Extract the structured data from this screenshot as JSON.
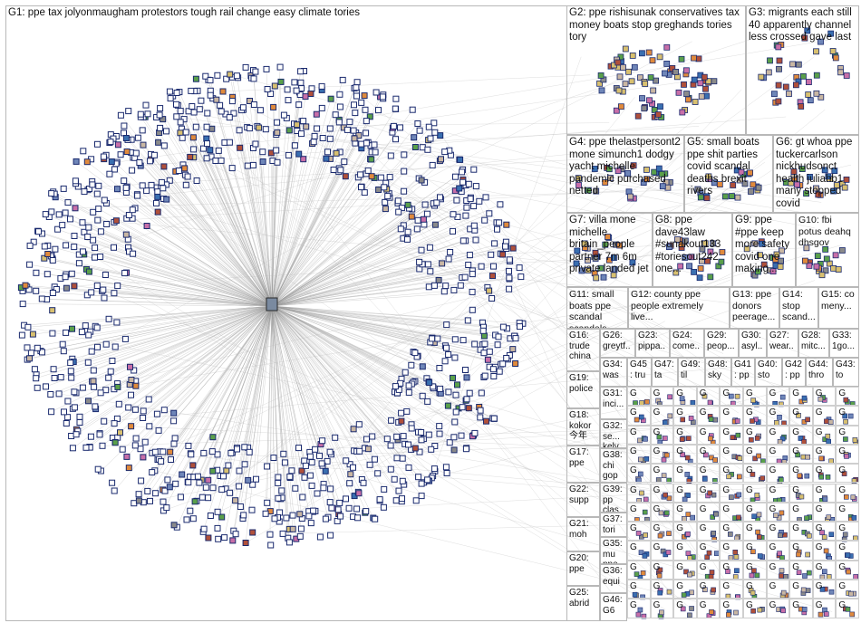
{
  "groups": [
    {
      "id": "G1",
      "label": "G1: ppe tax jolyonmaugham protestors tough rail change easy climate tories"
    },
    {
      "id": "G2",
      "label": "G2: ppe rishisunak conservatives tax money boats stop greghands tories tory"
    },
    {
      "id": "G3",
      "label": "G3: migrants each still 40 apparently channel less crossed gave last"
    },
    {
      "id": "G4",
      "label": "G4: ppe thelastpersont2 mone simunch1 dodgy yacht michelle pandemic purchased netted"
    },
    {
      "id": "G5",
      "label": "G5: small boats ppe shit parties covid scandal deaths brexit rivers"
    },
    {
      "id": "G6",
      "label": "G6: gt whoa ppe tuckercarlson nickhudsonct health juliahb1 many stopped covid"
    },
    {
      "id": "G7",
      "label": "G7: villa mone michelle britain_people partner 7m 6m private landed jet"
    },
    {
      "id": "G8",
      "label": "G8: ppe dave43law #sunakout133 #toriesout242 one..."
    },
    {
      "id": "G9",
      "label": "G9: ppe #ppe keep more safety covid one making..."
    },
    {
      "id": "G10",
      "label": "G10: fbi potus deahq dhsgov"
    },
    {
      "id": "G11",
      "label": "G11: small boats ppe scandal scandals..."
    },
    {
      "id": "G12",
      "label": "G12: county ppe people extremely live..."
    },
    {
      "id": "G13",
      "label": "G13: ppe donors peerage..."
    },
    {
      "id": "G14",
      "label": "G14: stop scand..."
    },
    {
      "id": "G15",
      "label": "G15: co meny..."
    },
    {
      "id": "G16",
      "label": "G16: trude china"
    },
    {
      "id": "G26",
      "label": "G26: greytf..."
    },
    {
      "id": "G23",
      "label": "G23: pippa..."
    },
    {
      "id": "G24",
      "label": "G24: come..."
    },
    {
      "id": "G29",
      "label": "G29: peop..."
    },
    {
      "id": "G30",
      "label": "G30: asyl..."
    },
    {
      "id": "G27",
      "label": "G27: wear..."
    },
    {
      "id": "G28",
      "label": "G28: mitc..."
    },
    {
      "id": "G33",
      "label": "G33: 1go..."
    },
    {
      "id": "G34",
      "label": "G34: was"
    },
    {
      "id": "G45",
      "label": "G45: tru"
    },
    {
      "id": "G47",
      "label": "G47: ta"
    },
    {
      "id": "G49",
      "label": "G49: til"
    },
    {
      "id": "G48",
      "label": "G48: sky"
    },
    {
      "id": "G41",
      "label": "G41: pp"
    },
    {
      "id": "G40",
      "label": "G40: sto"
    },
    {
      "id": "G42",
      "label": "G42: pp"
    },
    {
      "id": "G44",
      "label": "G44: thro"
    },
    {
      "id": "G43",
      "label": "G43: to"
    },
    {
      "id": "G19",
      "label": "G19: police"
    },
    {
      "id": "G31",
      "label": "G31: inci..."
    },
    {
      "id": "G18",
      "label": "G18: kokor 今年"
    },
    {
      "id": "G32",
      "label": "G32: se... kelv"
    },
    {
      "id": "G17",
      "label": "G17: ppe"
    },
    {
      "id": "G38",
      "label": "G38: chi gop"
    },
    {
      "id": "G22",
      "label": "G22: supp"
    },
    {
      "id": "G39",
      "label": "G39: pp clas"
    },
    {
      "id": "G21",
      "label": "G21: moh"
    },
    {
      "id": "G37",
      "label": "G37: tori"
    },
    {
      "id": "G20",
      "label": "G20: ppe"
    },
    {
      "id": "G35",
      "label": "G35: mu ppe"
    },
    {
      "id": "G36",
      "label": "G36: equi"
    },
    {
      "id": "G25",
      "label": "G25: abrid"
    },
    {
      "id": "G46",
      "label": "G46: G6"
    }
  ],
  "grid_cell_label": "G",
  "colors": {
    "edge": "#9a9a9a",
    "node_border": "#1a2a6e",
    "box_border": "#b8b8b8",
    "node_fills": [
      "#c9b7a3",
      "#6f86b8",
      "#b0503a",
      "#d8c070",
      "#5aa04a",
      "#3a6fb0",
      "#c86fa8",
      "#8a8a8a",
      "#e08a3c"
    ]
  }
}
